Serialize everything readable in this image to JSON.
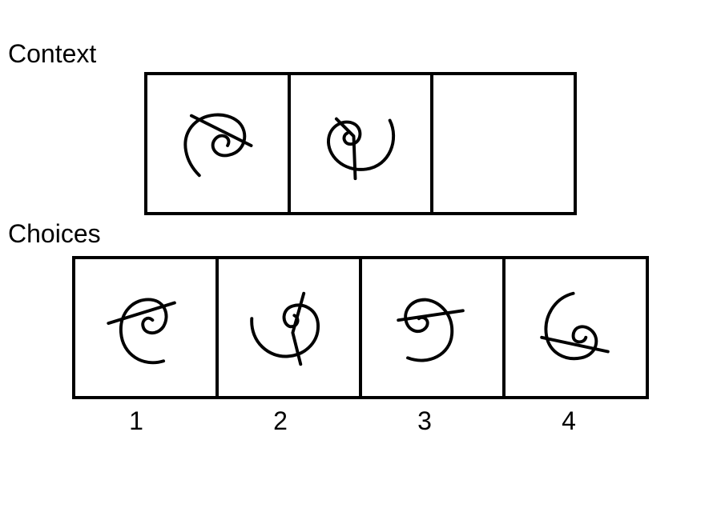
{
  "context": {
    "label": "Context",
    "panels": [
      {
        "figure": "spiral-with-line-icon"
      },
      {
        "figure": "spiral-with-line-icon"
      },
      {
        "figure": "empty-panel"
      }
    ]
  },
  "choices": {
    "label": "Choices",
    "options": [
      {
        "number": "1",
        "figure": "spiral-with-line-icon"
      },
      {
        "number": "2",
        "figure": "spiral-with-line-icon"
      },
      {
        "number": "3",
        "figure": "spiral-with-line-icon"
      },
      {
        "number": "4",
        "figure": "spiral-with-line-icon"
      }
    ]
  },
  "colors": {
    "stroke": "#000000",
    "background": "#ffffff"
  }
}
